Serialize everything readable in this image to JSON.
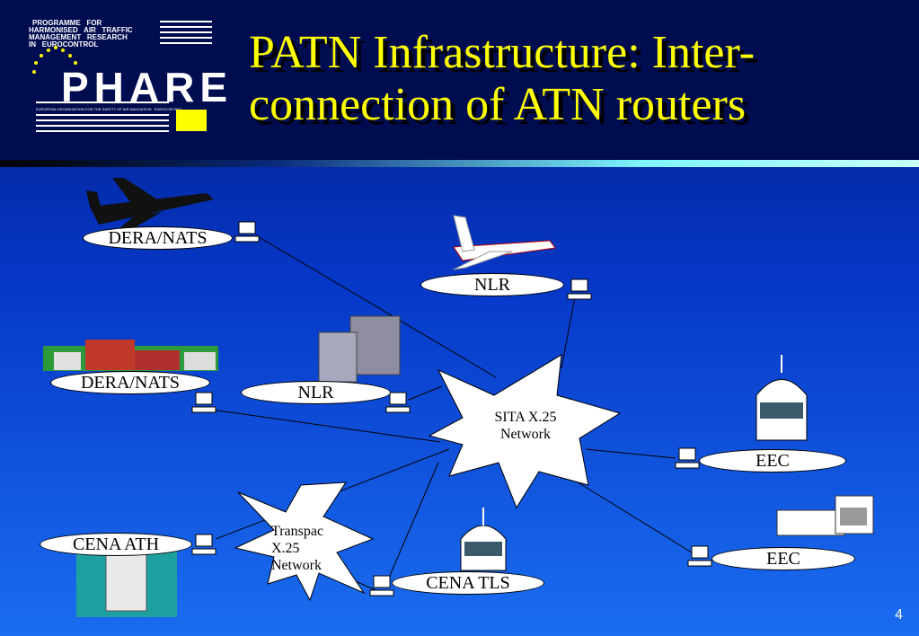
{
  "header": {
    "title": "PATN Infrastructure: Inter-connection of ATN routers"
  },
  "logo": {
    "line1": "PROGRAMME   FOR",
    "line2": "HARMONISED   AIR   TRAFFIC",
    "line3": "MANAGEMENT   RESEARCH",
    "line4": "IN   EUROCONTROL",
    "name": "PHARE",
    "footer": "EUROPEAN ORGANISATION FOR THE SAFETY OF AIR NAVIGATION   EUROCONTROL"
  },
  "nodes": {
    "dera_nats_top": "DERA/NATS",
    "nlr_top": "NLR",
    "dera_nats_mid": "DERA/NATS",
    "nlr_mid": "NLR",
    "eec_top": "EEC",
    "eec_bottom": "EEC",
    "cena_ath": "CENA ATH",
    "cena_tls": "CENA TLS"
  },
  "clouds": {
    "sita": "SITA X.25\nNetwork",
    "transpac": "Transpac\nX.25\nNetwork"
  },
  "page_number": "4",
  "colors": {
    "title": "#ffff00",
    "header": "#000c50"
  }
}
